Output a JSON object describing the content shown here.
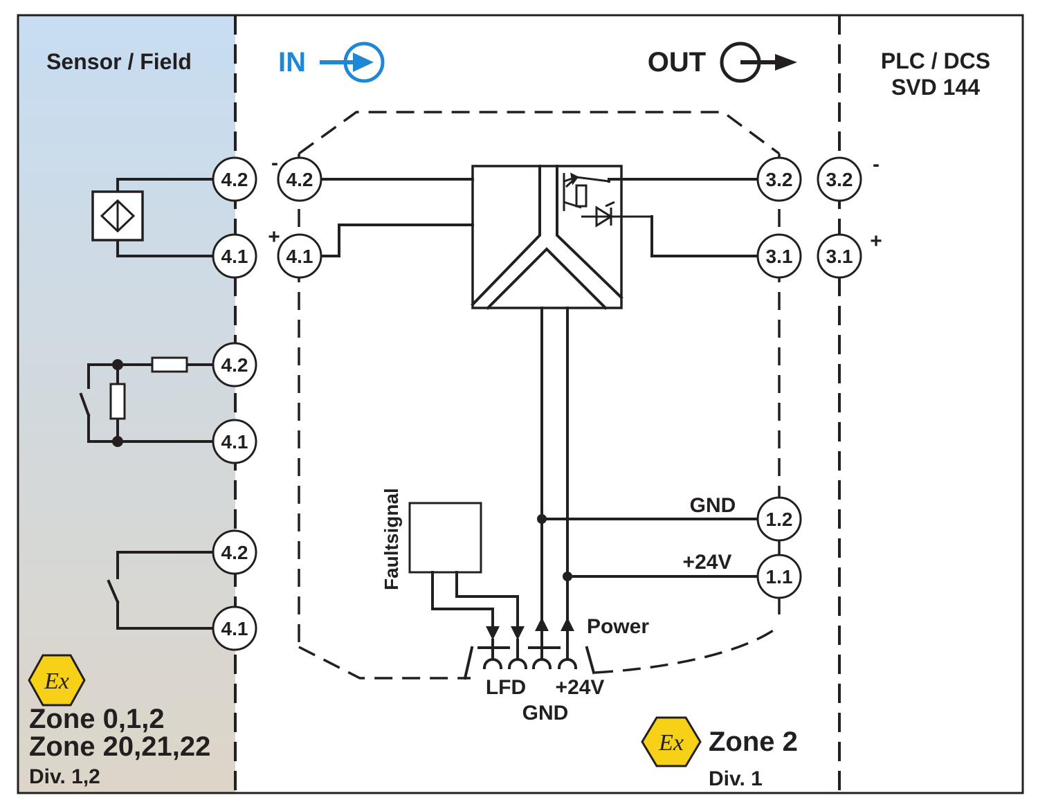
{
  "zones": {
    "field_title": "Sensor / Field",
    "plc_line1": "PLC / DCS",
    "plc_line2": "SVD 144",
    "in_label": "IN",
    "out_label": "OUT",
    "ex_symbol": "Ex",
    "left_zone_line1": "Zone 0,1,2",
    "left_zone_line2": "Zone 20,21,22",
    "left_div": "Div. 1,2",
    "right_zone": "Zone 2",
    "right_div": "Div. 1"
  },
  "terminals": {
    "t42": "4.2",
    "t41": "4.1",
    "t32": "3.2",
    "t31": "3.1",
    "t12": "1.2",
    "t11": "1.1"
  },
  "polarity": {
    "minus": "-",
    "plus": "+"
  },
  "labels": {
    "gnd": "GND",
    "plus24": "+24V",
    "power": "Power",
    "faultsignal": "Faultsignal",
    "lfd": "LFD"
  },
  "colors": {
    "ink": "#231f20",
    "in_blue": "#1e87d6",
    "ex_yellow": "#f7d117",
    "field_gradient_top": "#c7ddf2",
    "field_gradient_bottom": "#ddd5c8"
  },
  "icons": [
    "proximity-sensor-icon",
    "resistor-icon",
    "switch-icon",
    "ex-icon",
    "diode-icon",
    "transistor-icon"
  ]
}
